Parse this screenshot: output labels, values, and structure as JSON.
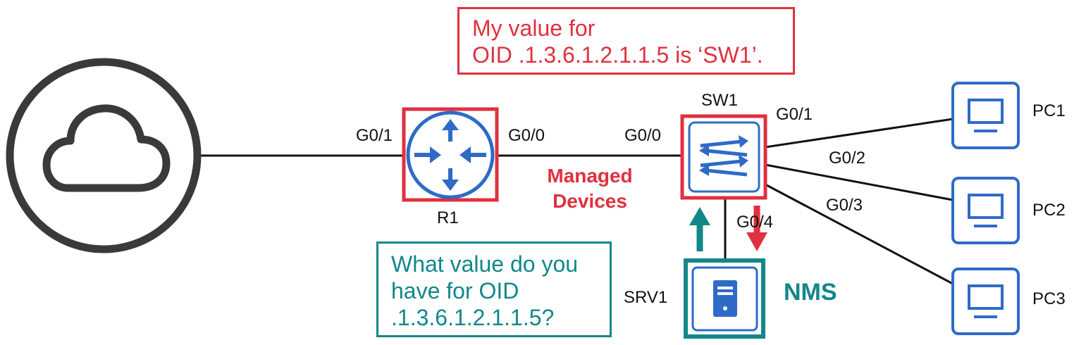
{
  "colors": {
    "managed": "#e0303f",
    "nms": "#12878a",
    "device_blue": "#2e6bc6",
    "link": "#111111",
    "cloud": "#3a3a3a"
  },
  "devices": {
    "router": {
      "name": "R1",
      "icon": "router-icon"
    },
    "switch": {
      "name": "SW1",
      "icon": "switch-icon"
    },
    "server": {
      "name": "SRV1",
      "icon": "server-icon"
    },
    "pcs": [
      {
        "name": "PC1",
        "icon": "pc-icon"
      },
      {
        "name": "PC2",
        "icon": "pc-icon"
      },
      {
        "name": "PC3",
        "icon": "pc-icon"
      }
    ],
    "internet": {
      "icon": "cloud-icon"
    }
  },
  "interfaces": {
    "r1_g01": "G0/1",
    "r1_g00": "G0/0",
    "sw1_g00": "G0/0",
    "sw1_g01": "G0/1",
    "sw1_g02": "G0/2",
    "sw1_g03": "G0/3",
    "sw1_g04": "G0/4"
  },
  "managed_label": {
    "line1": "Managed",
    "line2": "Devices"
  },
  "nms_label": "NMS",
  "callouts": {
    "agent_response": {
      "line1": "My value for",
      "line2": "OID .1.3.6.1.2.1.1.5 is ‘SW1’."
    },
    "nms_request": {
      "line1": "What value do you",
      "line2": "have for OID",
      "line3": ".1.3.6.1.2.1.1.5?"
    }
  }
}
